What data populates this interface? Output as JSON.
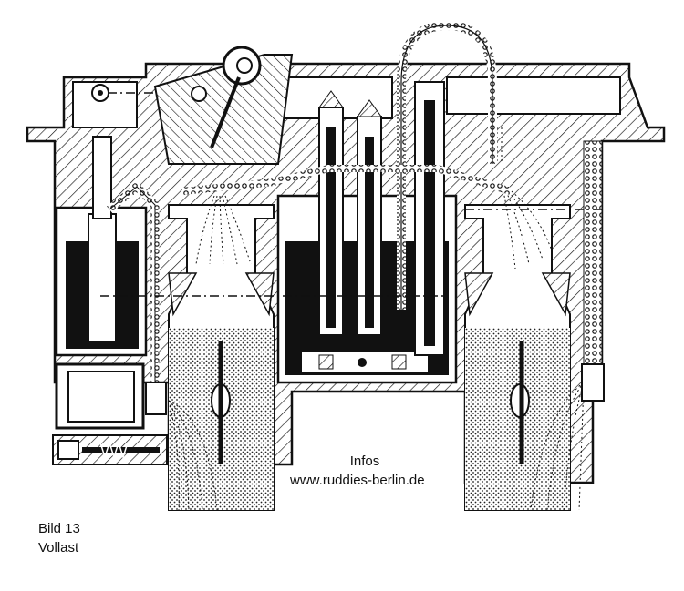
{
  "annotation": {
    "infos": "Infos",
    "url": "www.ruddies-berlin.de"
  },
  "caption": {
    "figure": "Bild 13",
    "state": "Vollast"
  }
}
